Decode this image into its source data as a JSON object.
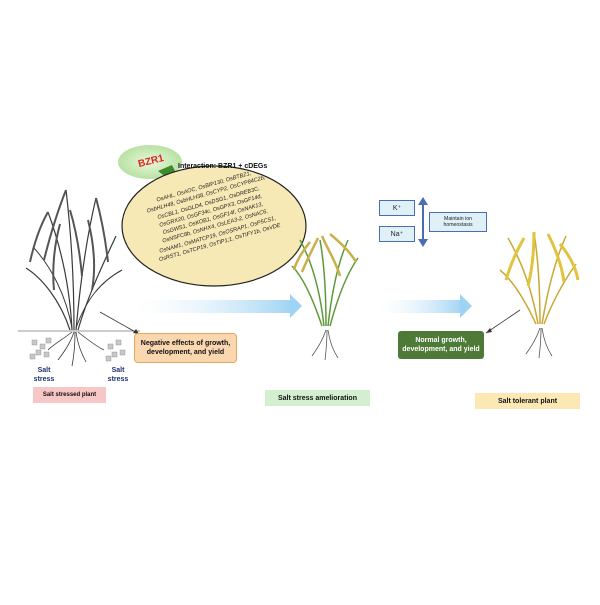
{
  "regulator": {
    "name": "BZR1",
    "interaction_label": "Interaction: BZR1 + cDEGs"
  },
  "genes_text": "OsAHL, OsAOC, OsBIP130, OsBTBZ1, OsbHLH48, OsbHLH38, OsCYP2, OsCYP84C2b, OsCBL1, OsGLD4, OsDSG1, OsDREB3C, OsGRX20, OsGF34c, OsGPX3, OsGF14d, OsGWS1, OsKOB1, OsGF14f, OsNAK13, OsNSFC8b, OsNHX4, OsLEA3-2, OsNAC6, OsNAM1, OsMATCP19, OsOSRAP1, OsP5CS1, OsRST1, OsTCP19, OsTIP1;1, OsTIFY1b, OsVDE",
  "salt_stressed": {
    "left_stress_label": "Salt stress",
    "right_stress_label": "Salt stress",
    "effects": "Negative effects of growth, development, and yield",
    "caption": "Salt stressed plant"
  },
  "amelioration": {
    "caption": "Salt stress amelioration"
  },
  "tolerance": {
    "k_label": "K⁺",
    "na_label": "Na⁺",
    "homeostasis_label": "Maintain ion homeostasis",
    "outcome": "Normal growth, development, and yield",
    "caption": "Salt tolerant plant"
  },
  "colors": {
    "caption_red": "#f7c6c6",
    "caption_green": "#d4efd0",
    "caption_yellow": "#fbe8b4",
    "effects_box": "#fbd7b0",
    "outcome_box": "#4d7a36",
    "ellipse": "#f7e9b5",
    "ion_box": "#dff0f8",
    "flow_arrow": "#cfe9f8"
  }
}
